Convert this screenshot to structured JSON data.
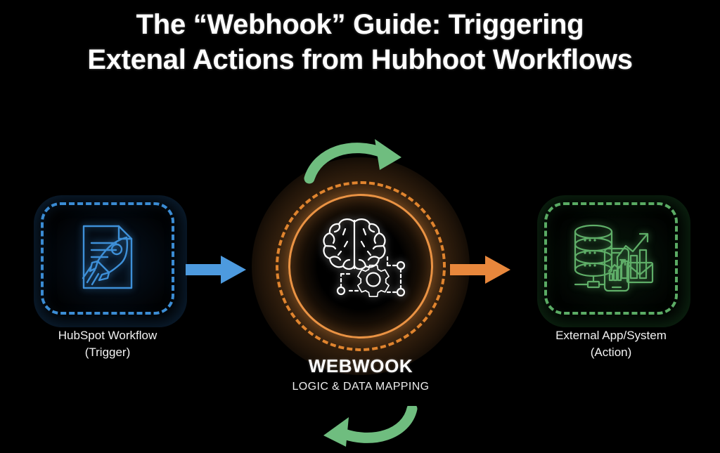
{
  "title": {
    "line1": "The “Webhook” Guide: Triggering",
    "line2": "Extenal Actions from Hubhoot Workflows"
  },
  "colors": {
    "background": "#000000",
    "title_text": "#ffffff",
    "source_accent": "#3e90d8",
    "hub_accent": "#ea9344",
    "target_accent": "#5fae68",
    "loop_arrow": "#6fbd7f",
    "hub_icon": "#ffffff"
  },
  "diagram": {
    "type": "flow",
    "source": {
      "icon": "document-rocket-icon",
      "icon_color": "#3e90d8",
      "label_line1": "HubSpot Workflow",
      "label_line2": "(Trigger)"
    },
    "hub": {
      "icon": "brain-gear-network-icon",
      "icon_color": "#ffffff",
      "ring_color": "#ea9344",
      "title": "WEBWOOK",
      "subtitle": "LOGIC & DATA MAPPING"
    },
    "target": {
      "icon": "database-analytics-mobile-email-icon",
      "icon_color": "#5fae68",
      "label_line1": "External App/System",
      "label_line2": "(Action)"
    },
    "connectors": [
      {
        "name": "source-to-hub-arrow",
        "color": "#4d9ade",
        "direction": "right"
      },
      {
        "name": "hub-to-target-arrow",
        "color": "#e8873c",
        "direction": "right"
      }
    ],
    "loops": [
      {
        "name": "loop-arrow-top",
        "color": "#6fbd7f",
        "direction": "clockwise-right"
      },
      {
        "name": "loop-arrow-bottom",
        "color": "#6fbd7f",
        "direction": "clockwise-left"
      }
    ]
  }
}
